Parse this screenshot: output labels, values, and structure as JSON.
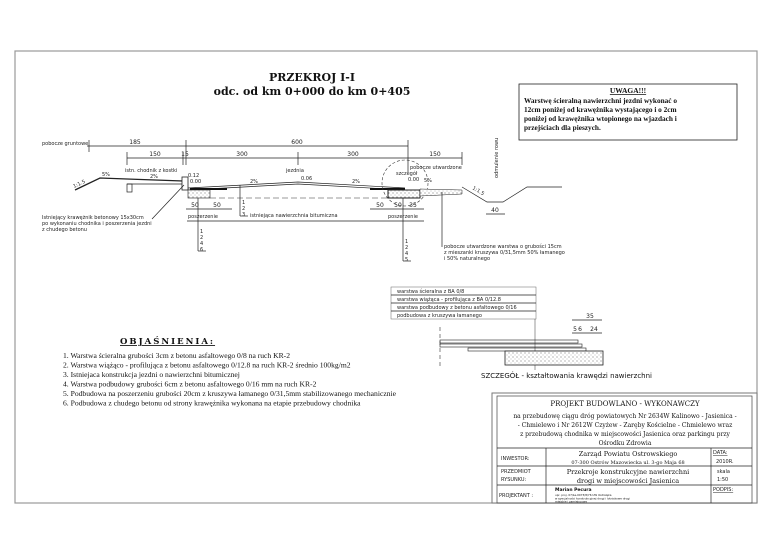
{
  "title": {
    "line1": "PRZEKROJ I-I",
    "line2": "odc. od km 0+000 do km 0+405"
  },
  "note": {
    "heading": "UWAGA!!!",
    "lines": [
      "Warstwę ścieralną nawierzchni jezdni wykonać o",
      "12cm poniżej od krawężnika wystającego i o 2cm",
      "poniżej od krawężnika wtopionego na wjazdach i",
      "przejściach dla pieszych."
    ]
  },
  "section": {
    "labels": {
      "shoulder_ground": "pobocze gruntowe",
      "sidewalk": "istn. chodnik z kostki",
      "roadway": "jezdnia",
      "shoulder_hard": "pobocze utwardzone",
      "detail": "szczegół",
      "widening_left": "poszerzenie",
      "widening_right": "poszerzenie",
      "existing": "istniejąca nawierzchnia bitumiczna",
      "ditch": "odmulenie rowu",
      "slope_left": "1:1.5",
      "slope_right": "1:1.5"
    },
    "dims": {
      "d185": "185",
      "d600": "600",
      "d150a": "150",
      "d15": "15",
      "d300a": "300",
      "d300b": "300",
      "d150b": "150",
      "d50a": "50",
      "d50b": "50",
      "d50c": "50",
      "d50d": "50",
      "d35": "35",
      "d40": "40"
    },
    "levels": {
      "l012": "0.12",
      "l000a": "0.00",
      "l006": "0.06",
      "l000b": "0.00"
    },
    "slopes": {
      "s5": "5%",
      "s2a": "2%",
      "s2b": "2%",
      "s2c": "2%",
      "s5b": "5%"
    },
    "curb_note": [
      "Istniejący krawężnik betonowy 15x30cm",
      "po wykonaniu chodnika i poszerzenia jezdni",
      "z chudego betonu"
    ],
    "shoulder_note": [
      "pobocze utwardzone warstwa o grubości 15cm",
      "z mieszanki kruszywa 0/31,5mm 50% łamanego",
      "i 50% naturalnego"
    ],
    "legend_left": [
      "1",
      "2",
      "4",
      "6"
    ],
    "legend_mid": [
      "1",
      "2",
      "3"
    ],
    "legend_right": [
      "1",
      "2",
      "4",
      "5"
    ]
  },
  "detail": {
    "layers": [
      "warstwa ścieralna z BA 0/8",
      "warstwa wiążąca - profilująca z BA 0/12.8",
      "warstwa podbudowy z betonu asfaltowego 0/16",
      "podbudowa z kruszywa łamanego"
    ],
    "dim_total": "35",
    "dims": [
      "5",
      "6",
      "24"
    ],
    "caption": "SZCZEGÓŁ - kształtowania krawędzi nawierzchni"
  },
  "legend": {
    "heading": "OBJAŚNIENIA:",
    "items": [
      "1. Warstwa ścieralna grubości 3cm z betonu asfaltowego 0/8 na ruch KR-2",
      "2. Warstwa wiążąco - profilująca z betonu asfaltowego 0/12.8 na ruch KR-2 średnio 100kg/m2",
      "3. Istniejaca konstrukcja jezdni o nawierzchni bitumicznej",
      "4. Warstwa podbudowy grubości 6cm z betonu asfaltowego 0/16 mm na ruch KR-2",
      "5. Podbudowa na poszerzeniu grubości 20cm z kruszywa łamanego 0/31,5mm stabilizowanego mechanicznie",
      "6. Podbudowa z chudego betonu od strony krawężnika wykonana na etapie przebudowy chodnika"
    ]
  },
  "titleblock": {
    "heading": "PROJEKT BUDOWLANO - WYKONAWCZY",
    "desc": [
      "na przebudowę ciągu dróg powiatowych Nr 2634W Kalinowo - Jasienica -",
      "- Chmielewo i Nr 2612W Czyżew - Zaręby Kościelne - Chmielewo wraz",
      "z przebudową chodnika w miejscowości Jasienica oraz parkingu przy",
      "Ośrodku Zdrowia"
    ],
    "investor_label": "INWESTOR:",
    "investor": [
      "Zarząd Powiatu Ostrowskiego",
      "07-300 Ostrów Mazowiecka ul. 3-go Maja 68"
    ],
    "date_label": "DATA:",
    "date": "2010R.",
    "subject_label": [
      "PRZEDMIOT",
      "RYSUNKU:"
    ],
    "subject": [
      "Przekroje konstrukcyjne nawierzchni",
      "drogi w miejscowości Jasienica"
    ],
    "scale_label": "skala",
    "scale": "1:50",
    "designer_label": "PROJEKTANT :",
    "designer": [
      "Marian Pecura",
      "upr. proj. 07/Ła-0073/8/76 UW Ostrołęka",
      "w specjalności konstrukcyjnej drogi i lotniskowe drogi",
      "miejskie i zamiejscowe"
    ],
    "sign_label": "PODPIS:"
  }
}
